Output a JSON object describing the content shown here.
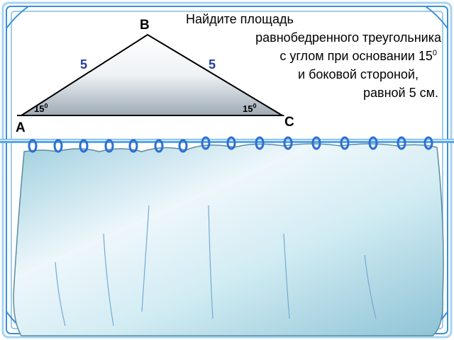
{
  "problem": {
    "line1": "Найдите площадь",
    "line2": "равнобедренного треугольника",
    "line3": "с углом при основании 15",
    "line3_sup": "0",
    "line4": "и боковой стороной,",
    "line5": "равной 5 см."
  },
  "triangle": {
    "vertex_a": "А",
    "vertex_b": "В",
    "vertex_c": "С",
    "side_ab": "5",
    "side_bc": "5",
    "angle_a": "15",
    "angle_a_sup": "0",
    "angle_c": "15",
    "angle_c_sup": "0"
  },
  "colors": {
    "frame_blue": "#3a8fd8",
    "curtain_light": "#eef7fb",
    "curtain_dark": "#9fcfdf",
    "ring_blue": "#2d6fd6",
    "side_label_blue": "#1f3fa8"
  }
}
